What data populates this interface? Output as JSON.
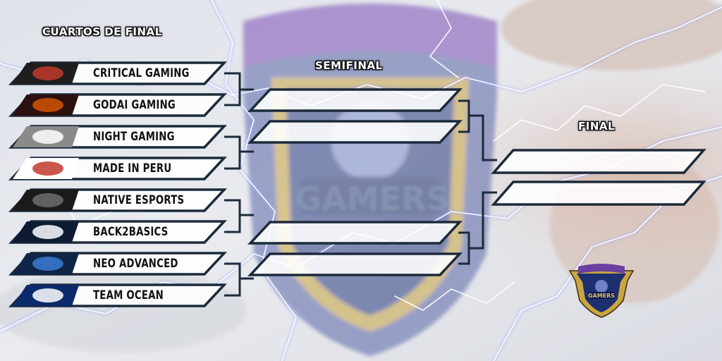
{
  "bracket": {
    "rounds": {
      "quarterfinal": "CUARTOS DE FINAL",
      "semifinal": "SEMIFINAL",
      "final": "FINAL"
    },
    "teams": [
      {
        "name": "CRITICAL GAMING",
        "icon": "critical-gaming-logo"
      },
      {
        "name": "GODAI GAMING",
        "icon": "godai-gaming-logo"
      },
      {
        "name": "NIGHT GAMING",
        "icon": "night-gaming-logo"
      },
      {
        "name": "MADE IN PERU",
        "icon": "made-in-peru-logo"
      },
      {
        "name": "NATIVE ESPORTS",
        "icon": "native-esports-logo"
      },
      {
        "name": "BACK2BASICS",
        "icon": "back2basics-logo"
      },
      {
        "name": "NEO ADVANCED",
        "icon": "neo-advanced-logo"
      },
      {
        "name": "TEAM OCEAN",
        "icon": "team-ocean-logo"
      }
    ],
    "semifinal_slots": [
      "",
      "",
      "",
      ""
    ],
    "final_slots": [
      "",
      ""
    ]
  },
  "background": {
    "emblem_text": "GAMERS",
    "small_emblem_text": "GAMERS",
    "colors": {
      "slot_fill": "rgba(255,255,255,0.88)",
      "slot_border": "#1c2a3a",
      "connector": "#1c2a3a",
      "emblem_purple": "#6a3fa0",
      "emblem_gold": "#c9a640",
      "emblem_navy": "#1d2f6e"
    }
  }
}
